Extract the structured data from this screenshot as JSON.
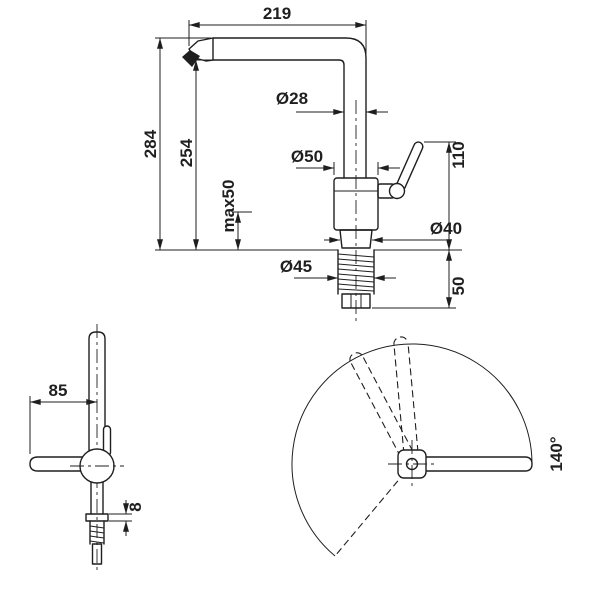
{
  "page": {
    "background_color": "#ffffff",
    "line_color": "#1f1f1f"
  },
  "side_view": {
    "spout_reach": "219",
    "total_height": "284",
    "spout_height": "254",
    "max_counter_thickness": "max50",
    "spout_pipe_diameter": "Ø28",
    "body_diameter": "Ø50",
    "lever_height": "110",
    "base_diameter": "Ø40",
    "shank_diameter": "Ø45",
    "shank_length": "50"
  },
  "front_view": {
    "side_offset": "85",
    "plate_thickness": "8"
  },
  "top_view": {
    "swivel_angle": "140°"
  }
}
